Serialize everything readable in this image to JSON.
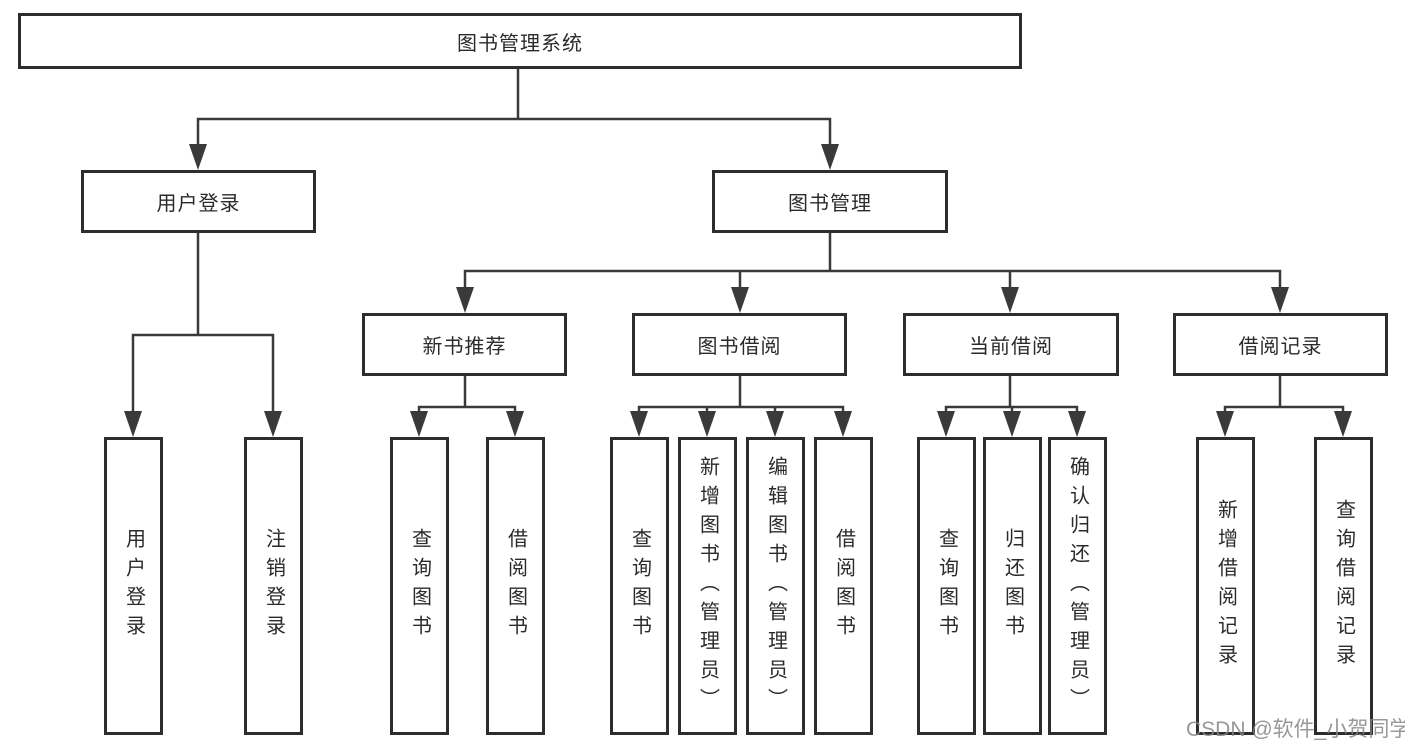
{
  "tree": {
    "root": "图书管理系统",
    "nodes": [
      {
        "label": "用户登录",
        "leaves": [
          "用户登录",
          "注销登录"
        ]
      },
      {
        "label": "图书管理",
        "children": [
          {
            "label": "新书推荐",
            "leaves": [
              "查询图书",
              "借阅图书"
            ]
          },
          {
            "label": "图书借阅",
            "leaves": [
              "查询图书",
              "新增图书（管理员）",
              "编辑图书（管理员）",
              "借阅图书"
            ]
          },
          {
            "label": "当前借阅",
            "leaves": [
              "查询图书",
              "归还图书",
              "确认归还（管理员）"
            ]
          },
          {
            "label": "借阅记录",
            "leaves": [
              "新增借阅记录",
              "查询借阅记录"
            ]
          }
        ]
      }
    ]
  },
  "watermark": {
    "text": "CSDN @软件_小贺同学"
  },
  "colors": {
    "line": "#3a3a3a",
    "box_border": "#2d2d2d",
    "text": "#2b2b2b",
    "watermark": "#868686",
    "background": "#ffffff"
  }
}
